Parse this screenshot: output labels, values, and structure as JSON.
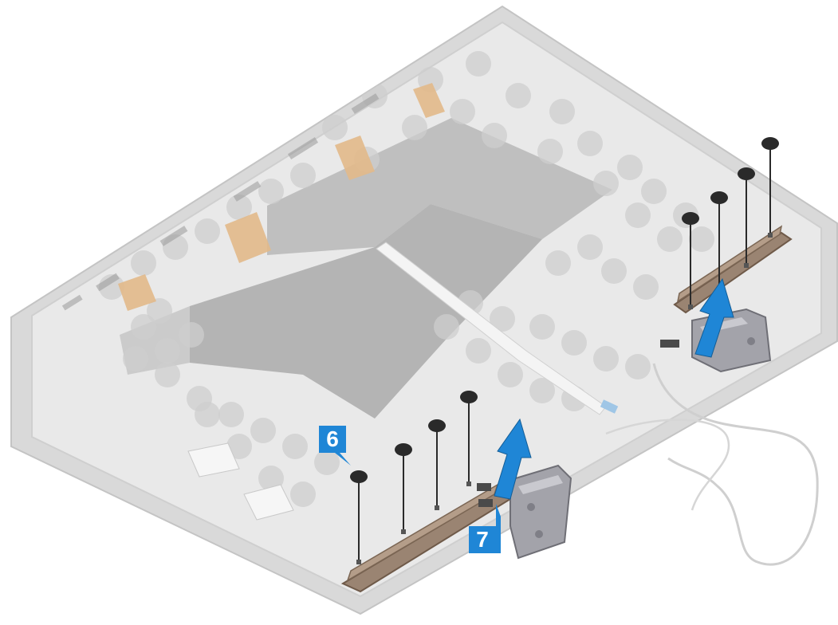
{
  "callouts": [
    {
      "label": "6",
      "meaning": "remove-screws"
    },
    {
      "label": "7",
      "meaning": "lift-hinges"
    }
  ],
  "colors": {
    "cover_light": "#e6e6e6",
    "cover_edge": "#bdbdbd",
    "foil": "#a9a9a9",
    "pad_circle": "#cdcdcd",
    "tape_copper": "#e2b98a",
    "hinge_bracket": "#9a8472",
    "hinge_metal": "#9e9ea4",
    "arrow": "#1f86d6",
    "screw": "#2a2a2a",
    "callout": "#1f86d6"
  },
  "icons": [
    "screw-icon",
    "lift-arrow-icon",
    "hinge-icon",
    "callout-marker-icon"
  ]
}
